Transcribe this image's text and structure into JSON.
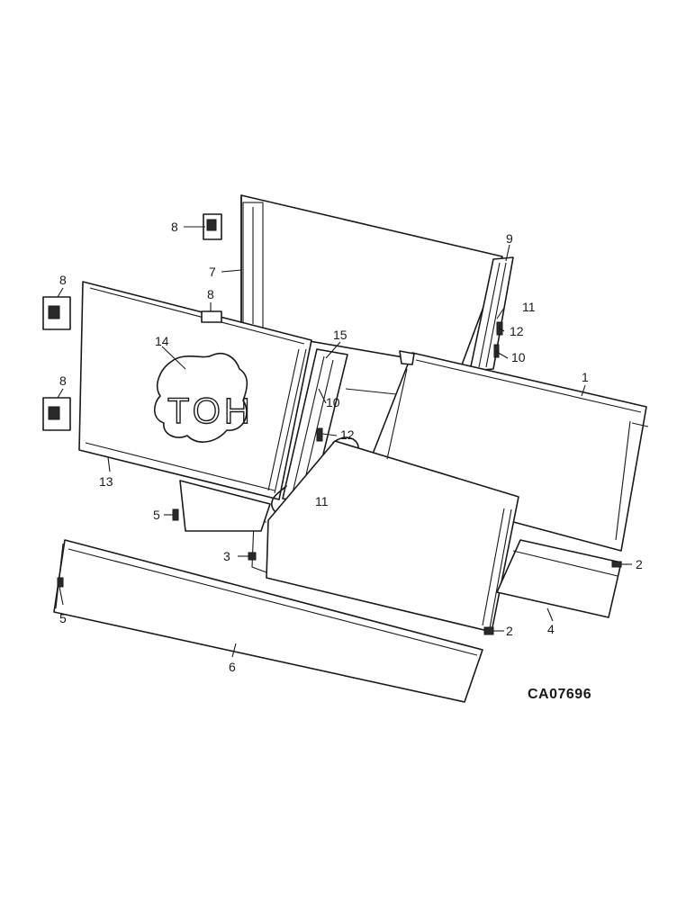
{
  "drawing": {
    "reference_number": "CA07696",
    "decal_text": "TOH",
    "callouts": {
      "c1": "1",
      "c2a": "2",
      "c2b": "2",
      "c3": "3",
      "c4": "4",
      "c5a": "5",
      "c5b": "5",
      "c6": "6",
      "c7": "7",
      "c8a": "8",
      "c8b": "8",
      "c8c": "8",
      "c8d": "8",
      "c9": "9",
      "c10a": "10",
      "c10b": "10",
      "c11a": "11",
      "c11b": "11",
      "c12a": "12",
      "c12b": "12",
      "c13": "13",
      "c14": "14",
      "c15": "15"
    }
  }
}
